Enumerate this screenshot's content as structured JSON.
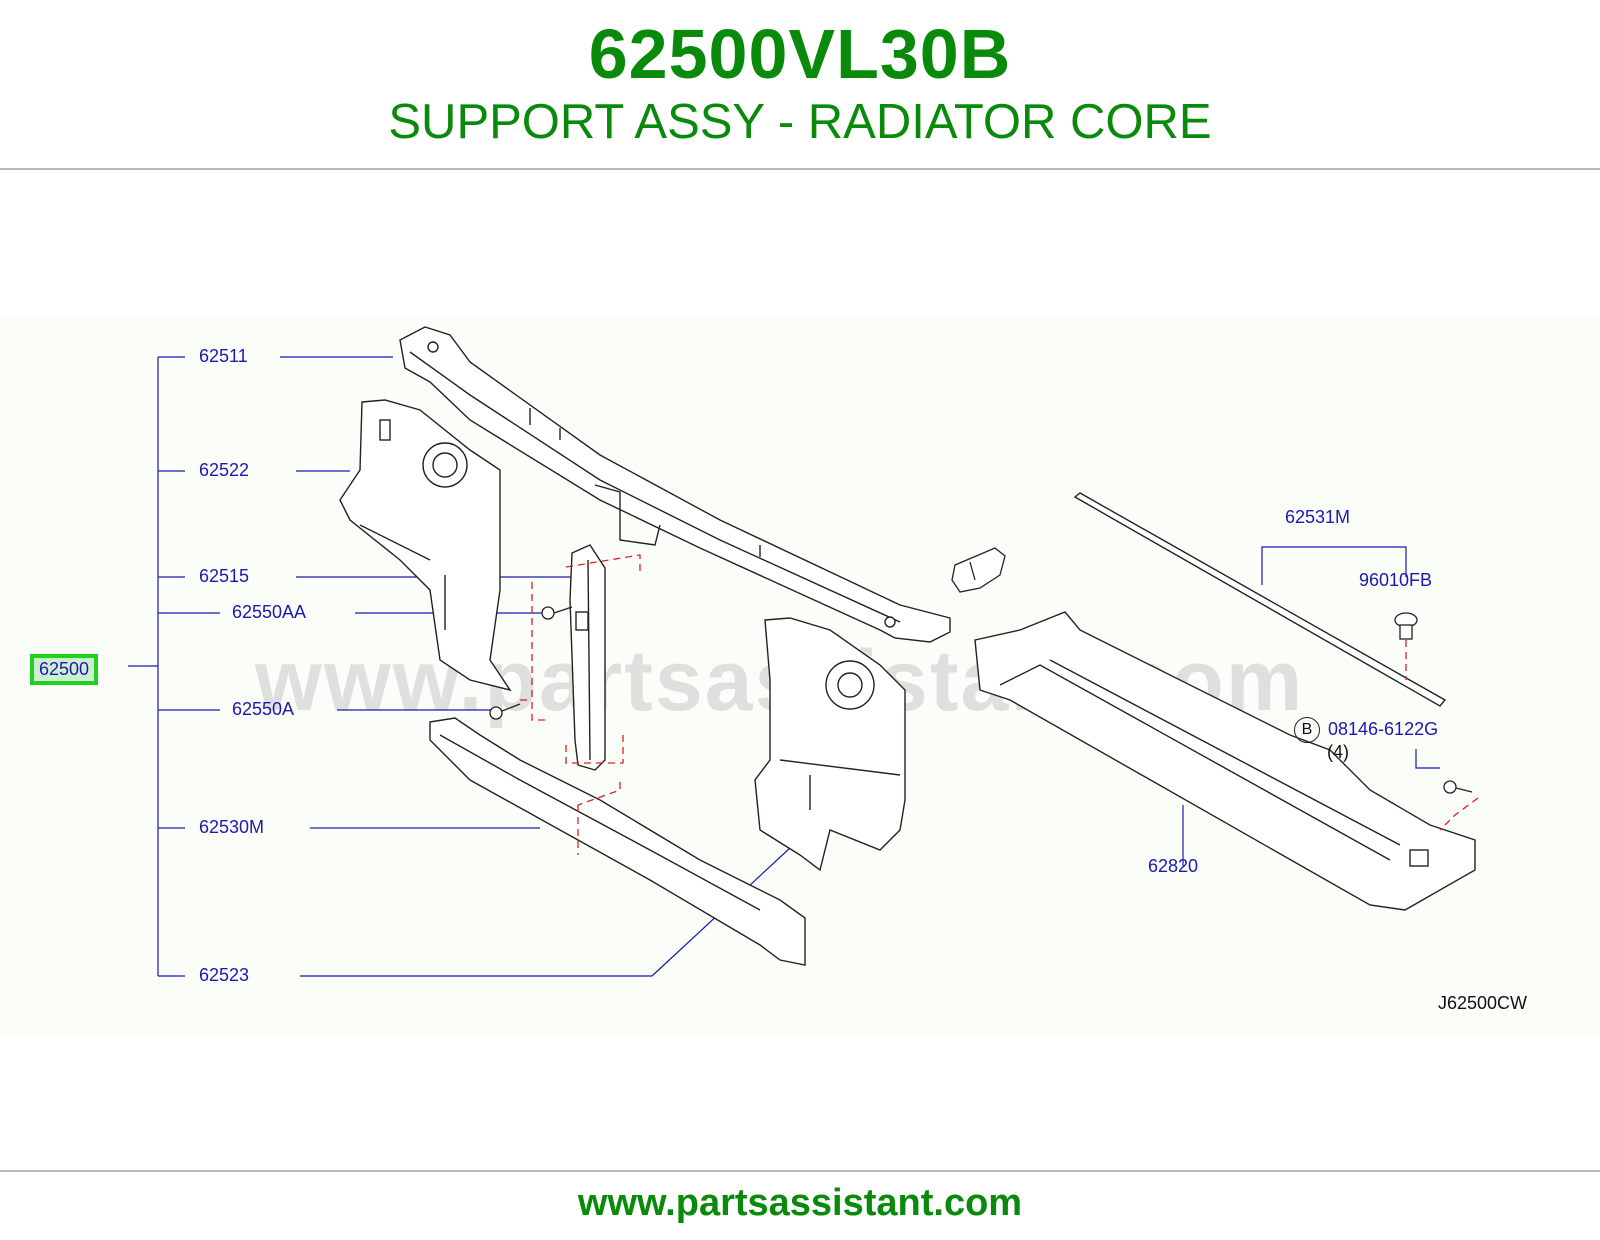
{
  "header": {
    "part_number": "62500VL30B",
    "part_name": "SUPPORT ASSY - RADIATOR CORE"
  },
  "callouts": {
    "main_assembly": "62500",
    "c62511": "62511",
    "c62522": "62522",
    "c62515": "62515",
    "c62550AA": "62550AA",
    "c62550A": "62550A",
    "c62530M": "62530M",
    "c62523": "62523",
    "c62531M": "62531M",
    "c96010FB": "96010FB",
    "c08146": "08146-6122G",
    "qty_08146": "(4)",
    "c62820": "62820",
    "circle_ref": "B"
  },
  "drawing_code": "J62500CW",
  "watermark": "www.partsassistant.com",
  "footer": {
    "url": "www.partsassistant.com"
  },
  "colors": {
    "brand_green": "#0a8a0a",
    "callout_blue": "#1a1ab0",
    "highlight_green": "#1ed21e",
    "guide_red": "#e02020"
  }
}
